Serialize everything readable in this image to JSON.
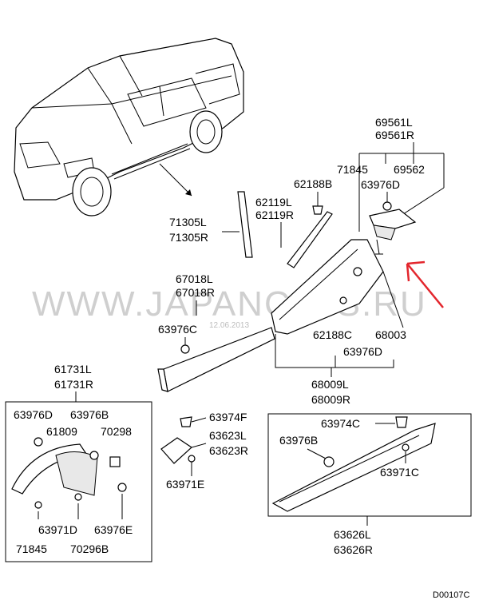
{
  "watermark": {
    "text": "WWW.JAPANCATS.RU",
    "date": "12.06.2013"
  },
  "footer_code": "D00107C",
  "accent_color": "#e3262d",
  "labels": {
    "p69561l": "69561L",
    "p69561r": "69561R",
    "p71845_top": "71845",
    "p69562": "69562",
    "p63976d_top": "63976D",
    "p62188b": "62188B",
    "p62119l": "62119L",
    "p62119r": "62119R",
    "p71305l": "71305L",
    "p71305r": "71305R",
    "p67018l": "67018L",
    "p67018r": "67018R",
    "p63976c": "63976C",
    "p62188c": "62188C",
    "p68003": "68003",
    "p63976d_mid": "63976D",
    "p68009l": "68009L",
    "p68009r": "68009R",
    "p61731l": "61731L",
    "p61731r": "61731R",
    "p63976d_left": "63976D",
    "p63976b_left": "63976B",
    "p61809": "61809",
    "p70298": "70298",
    "p63971d": "63971D",
    "p63976e": "63976E",
    "p71845_bot": "71845",
    "p70296b": "70296B",
    "p63974f": "63974F",
    "p63623l": "63623L",
    "p63623r": "63623R",
    "p63971e": "63971E",
    "p63974c": "63974C",
    "p63976b_right": "63976B",
    "p63971c": "63971C",
    "p63626l": "63626L",
    "p63626r": "63626R"
  }
}
